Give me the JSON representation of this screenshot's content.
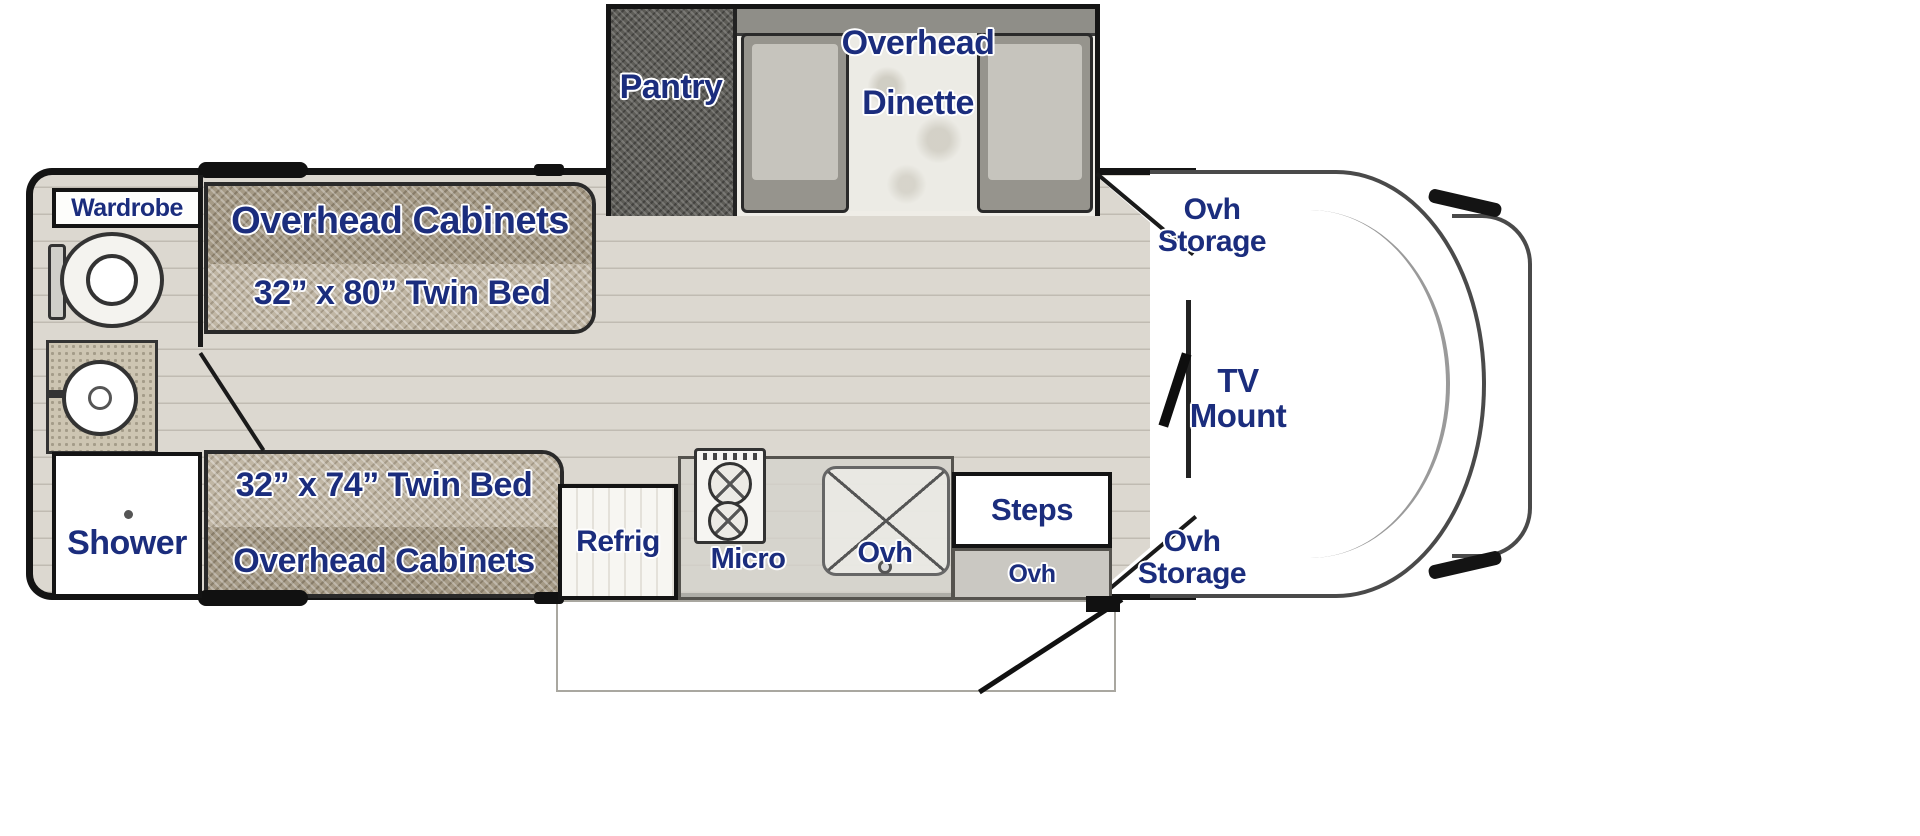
{
  "slideout": {
    "pantry": "Pantry",
    "overhead": "Overhead",
    "dinette": "Dinette"
  },
  "rear_bath": {
    "wardrobe": "Wardrobe",
    "shower": "Shower"
  },
  "bedroom": {
    "overhead_cabinets_top": "Overhead Cabinets",
    "twin_bed_top": "32” x 80” Twin Bed",
    "twin_bed_bottom": "32” x 74” Twin Bed",
    "overhead_cabinets_bottom": "Overhead Cabinets"
  },
  "galley": {
    "refrig": "Refrig",
    "micro": "Micro",
    "ovh": "Ovh",
    "steps": "Steps",
    "steps_ovh": "Ovh"
  },
  "cab": {
    "ovh_storage_top_1": "Ovh",
    "ovh_storage_top_2": "Storage",
    "tv_mount_1": "TV",
    "tv_mount_2": "Mount",
    "ovh_storage_bottom_1": "Ovh",
    "ovh_storage_bottom_2": "Storage"
  },
  "colors": {
    "label_navy": "#1b2d7d",
    "floor_plank": "#dcd8d0",
    "bed_fabric": "#c0b6a4",
    "cabinet_dark": "#5d5c57",
    "outline_black": "#141414"
  }
}
